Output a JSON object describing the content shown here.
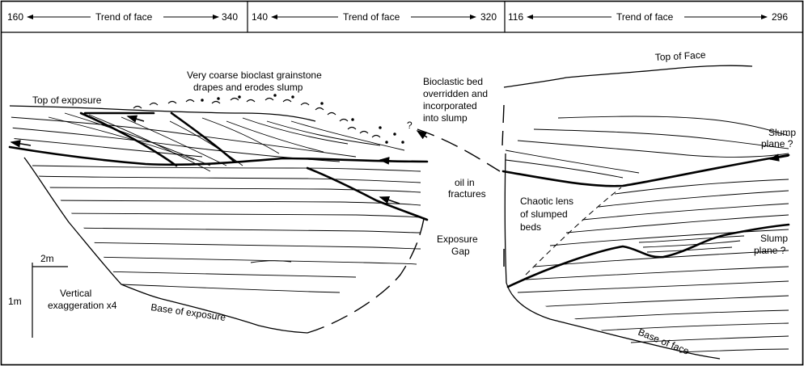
{
  "trend_bars": [
    {
      "left": "160",
      "label": "Trend of face",
      "right": "340"
    },
    {
      "left": "140",
      "label": "Trend of face",
      "right": "320"
    },
    {
      "left": "116",
      "label": "Trend of face",
      "right": "296"
    }
  ],
  "annotations": {
    "coarse_1": "Very coarse bioclast grainstone",
    "coarse_2": "drapes and erodes slump",
    "top_of_exposure": "Top of exposure",
    "bioclastic_1": "Bioclastic bed",
    "bioclastic_2": "overridden and",
    "bioclastic_3": "incorporated",
    "bioclastic_4": "into slump",
    "question": "?",
    "oil_1": "oil in",
    "oil_2": "fractures",
    "gap_1": "Exposure",
    "gap_2": "Gap",
    "chaotic_1": "Chaotic lens",
    "chaotic_2": "of slumped",
    "chaotic_3": "beds",
    "top_of_face": "Top of Face",
    "slump1_1": "Slump",
    "slump1_2": "plane ?",
    "slump2_1": "Slump",
    "slump2_2": "plane ?",
    "base_of_exposure": "Base of exposure",
    "base_of_face": "Base of face",
    "vert_1": "Vertical",
    "vert_2": "exaggeration x4"
  },
  "scale": {
    "horizontal": "2m",
    "vertical": "1m"
  }
}
